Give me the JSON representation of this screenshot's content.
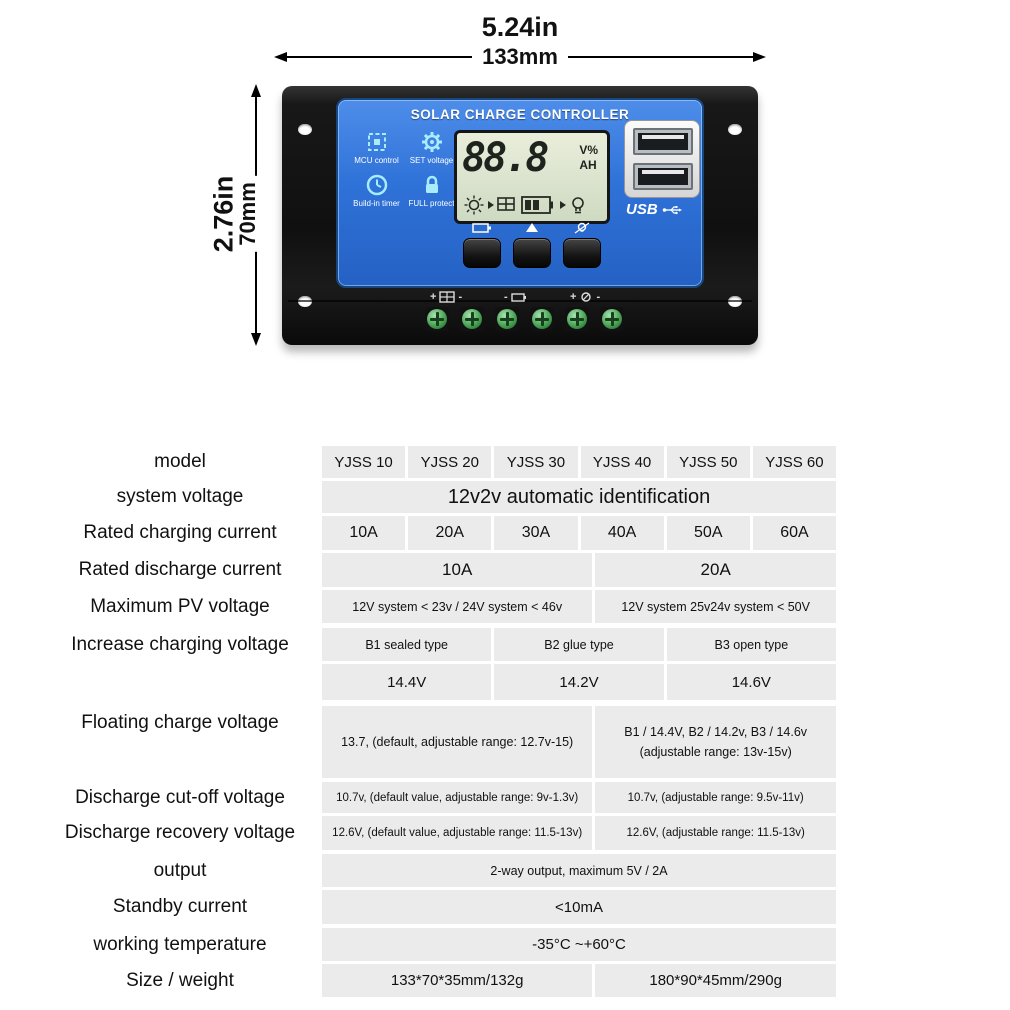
{
  "annotations": {
    "width_in": "5.24in",
    "width_mm": "133mm",
    "height_in": "2.76in",
    "height_mm": "70mm"
  },
  "device": {
    "title": "SOLAR CHARGE CONTROLLER",
    "features": [
      {
        "label": "MCU control",
        "icon": "mcu-chip-icon"
      },
      {
        "label": "SET voltage",
        "icon": "gear-icon"
      },
      {
        "label": "Build-in timer",
        "icon": "clock-icon"
      },
      {
        "label": "FULL protect",
        "icon": "lock-icon"
      }
    ],
    "lcd": {
      "reading": "88.8",
      "unit_line1": "V%",
      "unit_line2": "AH"
    },
    "usb_label": "USB",
    "terminals": [
      {
        "name": "solar-panel",
        "icon": "solar-panel-icon",
        "left_sign": "+",
        "right_sign": "-"
      },
      {
        "name": "battery",
        "icon": "battery-icon",
        "left_sign": "-",
        "right_sign": ""
      },
      {
        "name": "load",
        "icon": "load-icon",
        "left_sign": "+",
        "right_sign": "-"
      }
    ]
  },
  "spec_table": {
    "model": {
      "label": "model",
      "cells": [
        "YJSS 10",
        "YJSS 20",
        "YJSS 30",
        "YJSS 40",
        "YJSS 50",
        "YJSS 60"
      ]
    },
    "system_voltage": {
      "label": "system voltage",
      "value": "12v2v automatic identification"
    },
    "rated_charging_current": {
      "label": "Rated charging current",
      "cells": [
        "10A",
        "20A",
        "30A",
        "40A",
        "50A",
        "60A"
      ]
    },
    "rated_discharge_current": {
      "label": "Rated discharge current",
      "left": "10A",
      "right": "20A"
    },
    "maximum_pv_voltage": {
      "label": "Maximum PV voltage",
      "left": "12V system < 23v / 24V system < 46v",
      "right": "12V system 25v24v system < 50V"
    },
    "increase_charging_voltage": {
      "label": "Increase charging voltage",
      "types": [
        "B1 sealed type",
        "B2 glue type",
        "B3 open type"
      ],
      "values": [
        "14.4V",
        "14.2V",
        "14.6V"
      ]
    },
    "floating_charge_voltage": {
      "label": "Floating charge voltage",
      "left": "13.7, (default, adjustable range: 12.7v-15)",
      "right_line1": "B1 / 14.4V, B2 / 14.2v, B3 / 14.6v",
      "right_line2": "(adjustable range: 13v-15v)"
    },
    "discharge_cutoff_voltage": {
      "label": "Discharge cut-off voltage",
      "left": "10.7v, (default value, adjustable range: 9v-1.3v)",
      "right": "10.7v, (adjustable range: 9.5v-11v)"
    },
    "discharge_recovery_voltage": {
      "label": "Discharge recovery voltage",
      "left": "12.6V, (default value, adjustable range: 11.5-13v)",
      "right": "12.6V, (adjustable range: 11.5-13v)"
    },
    "output": {
      "label": "output",
      "value": "2-way  output, maximum 5V / 2A"
    },
    "standby_current": {
      "label": "Standby current",
      "value": "<10mA"
    },
    "working_temperature": {
      "label": "working temperature",
      "value": "-35°C ~+60°C"
    },
    "size_weight": {
      "label": "Size / weight",
      "left": "133*70*35mm/132g",
      "right": "180*90*45mm/290g"
    }
  },
  "colors": {
    "panel_blue": "#2f72d8",
    "cell_grey": "#ebebeb",
    "lcd_green": "#d9e2cf",
    "icon_cyan": "#a9ecff",
    "screw_green": "#49a355"
  }
}
